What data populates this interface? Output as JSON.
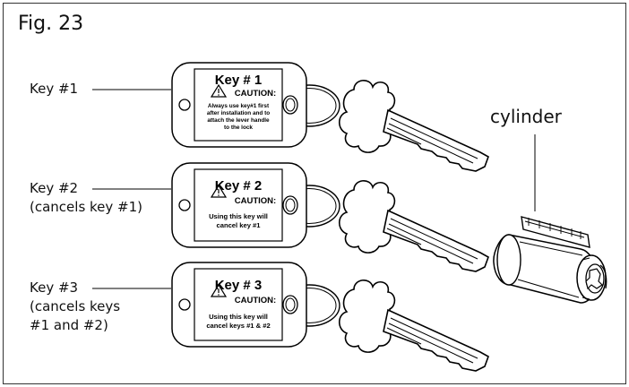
{
  "figure": {
    "title": "Fig. 23"
  },
  "keys": [
    {
      "label_lines": [
        "Key #1"
      ],
      "tag_title": "Key # 1",
      "caution": "CAUTION:",
      "message_lines": [
        "Always use key#1 first",
        "after installation and to",
        "attach the lever handle",
        "to the lock"
      ]
    },
    {
      "label_lines": [
        "Key #2",
        "(cancels key #1)"
      ],
      "tag_title": "Key # 2",
      "caution": "CAUTION:",
      "message_lines": [
        "Using this key will",
        "cancel key #1"
      ]
    },
    {
      "label_lines": [
        "Key #3",
        "(cancels keys",
        "#1 and #2)"
      ],
      "tag_title": "Key # 3",
      "caution": "CAUTION:",
      "message_lines": [
        "Using this key will",
        "cancel keys #1 & #2"
      ]
    }
  ],
  "cylinder": {
    "label": "cylinder"
  }
}
